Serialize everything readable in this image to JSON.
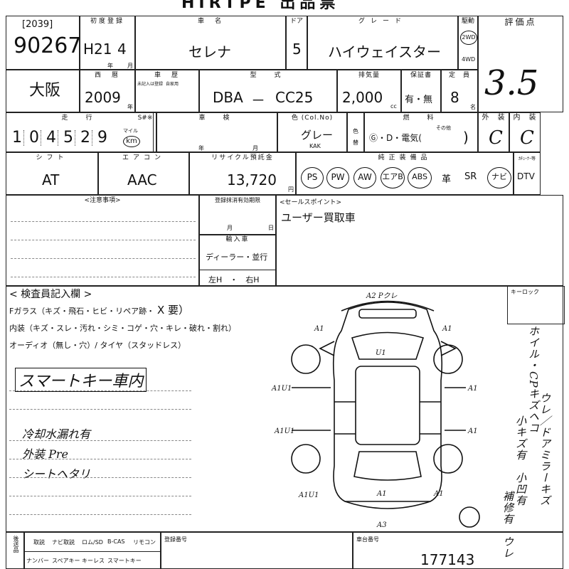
{
  "header": {
    "title": "HIRTPE 出品票"
  },
  "row1": {
    "lot_small": "[2039]",
    "lot_number": "90267",
    "h_first_reg": "初度登録",
    "first_reg_era": "H21",
    "first_reg_month": "4",
    "unit_year": "年",
    "unit_month": "月",
    "h_car_name": "車　名",
    "car_name": "セレナ",
    "h_doors": "ドア",
    "doors": "5",
    "h_grade": "グレード",
    "grade": "ハイウェイスター",
    "h_drive": "駆動",
    "drive_2wd": "2WD",
    "drive_4wd": "4WD",
    "h_score": "評価点",
    "score": "3.5"
  },
  "row2": {
    "region": "大阪",
    "h_model_year": "西　暦",
    "model_year": "2009",
    "unit_year": "年",
    "h_registration": "車　歴",
    "reg_note": "未記入は登録",
    "reg_note2": "自家用",
    "h_model_code": "型　式",
    "model_prefix": "DBA",
    "model_dash": "－",
    "model_code": "CC25",
    "h_displacement": "排気量",
    "displacement": "2,000",
    "unit_cc": "cc",
    "h_warranty": "保証書",
    "warranty": "有・無",
    "h_capacity": "定　員",
    "capacity": "8",
    "unit_person": "名"
  },
  "row3": {
    "h_mileage": "走　行",
    "mileage_digits": [
      "1",
      "0",
      "4",
      "5",
      "2",
      "9"
    ],
    "unit_mile": "マイル",
    "unit_km": "km",
    "h_sharyo": "S#※",
    "h_inspection": "車　検",
    "unit_year": "年",
    "unit_month": "月",
    "h_color": "色 (Col.No)",
    "color": "グレー",
    "color_code": "KAK",
    "color_change_a": "色",
    "color_change_b": "替",
    "h_fuel": "燃　料",
    "fuel_options": "Ⓖ・D・電気(",
    "fuel_other": "その他",
    "fuel_close": ")",
    "h_exterior": "外　装",
    "exterior": "C",
    "h_interior": "内　装",
    "interior": "C"
  },
  "row4": {
    "h_shift": "シフト",
    "shift": "AT",
    "h_aircon": "エアコン",
    "aircon": "AAC",
    "h_recycle": "リサイクル預託金",
    "recycle": "13,720",
    "unit_yen": "円",
    "h_equipment": "純正装備品",
    "equipment": [
      "PS",
      "PW",
      "AW",
      "エアB",
      "ABS",
      "革",
      "SR",
      "ナビ",
      "DTV"
    ],
    "h_tuner": "ｶﾁｭｰﾅｰ等"
  },
  "notes": {
    "h_caution": "<注意事項>",
    "h_reg_expiry": "登録抹消有効期限",
    "unit_month": "月",
    "unit_day": "日",
    "h_import": "輸入車",
    "import_opt1": "ディーラー・並行",
    "import_opt2": "左H　・　右H",
    "h_sales_point": "<セールスポイント>",
    "sales_point": "ユーザー買取車"
  },
  "inspector": {
    "h_inspector": "< 検査員記入欄 >",
    "line_glass": "Fガラス（キズ・飛石・ヒビ・リペア跡・",
    "glass_need": "X 要）",
    "line_interior": "内装（キズ・スレ・汚れ・シミ・コゲ・穴・キレ・破れ・割れ）",
    "line_audio": "オーディオ（無し・穴）/ タイヤ（スタッドレス）",
    "handwritten_main": "スマートキー車内",
    "handwritten_1": "冷却水漏れ有",
    "handwritten_2": "外装 Pre",
    "handwritten_3": "シートヘタリ"
  },
  "diagram": {
    "labels": [
      "A2 Pクレ",
      "A1",
      "A1",
      "U1",
      "A1U1",
      "A1",
      "A1U1",
      "A1",
      "A1U1",
      "A1",
      "A1",
      "A3"
    ]
  },
  "keylock": {
    "h_keylock": "キーロック",
    "note_col1": "ホイル・CPキズヘコ",
    "note_col2": "ウレ／ドアミラーキズ",
    "note_col3": "小キズ有　小凹有",
    "note_col4": "補修有　ウレ"
  },
  "footer": {
    "h_later": "後送品",
    "items_top": [
      "取説",
      "ナビ取説",
      "ロム/SD",
      "B-CAS",
      "リモコン"
    ],
    "items_bottom": [
      "ナンバー",
      "スペアキー",
      "キーレス",
      "スマートキー"
    ],
    "h_reg_number": "登録番号",
    "h_chassis": "車台番号",
    "chassis_number": "177143"
  }
}
